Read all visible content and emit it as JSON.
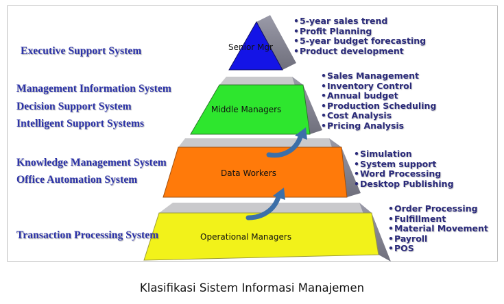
{
  "diagram": {
    "levels": [
      {
        "role": "Senior Mgr",
        "color": "#1414e6",
        "systems": [
          "Executive Support System"
        ],
        "tasks": [
          "5-year sales trend",
          "Profit Planning",
          "5-year budget forecasting",
          "Product development"
        ]
      },
      {
        "role": "Middle Managers",
        "color": "#2ee62e",
        "systems": [
          "Management Information System",
          "Decision Support System",
          "Intelligent Support Systems"
        ],
        "tasks": [
          "Sales Management",
          "Inventory Control",
          "Annual budget",
          "Production Scheduling",
          "Cost Analysis",
          "Pricing Analysis"
        ]
      },
      {
        "role": "Data Workers",
        "color": "#ff7a0a",
        "systems": [
          "Knowledge Management System",
          "Office Automation System"
        ],
        "tasks": [
          "Simulation",
          "System support",
          "Word Processing",
          "Desktop Publishing"
        ]
      },
      {
        "role": "Operational Managers",
        "color": "#f2f21a",
        "systems": [
          "Transaction Processing System"
        ],
        "tasks": [
          "Order Processing",
          "Fulfillment",
          "Material Movement",
          "Payroll",
          "POS"
        ]
      }
    ],
    "caption": "Klasifikasi Sistem Informasi Manajemen"
  }
}
